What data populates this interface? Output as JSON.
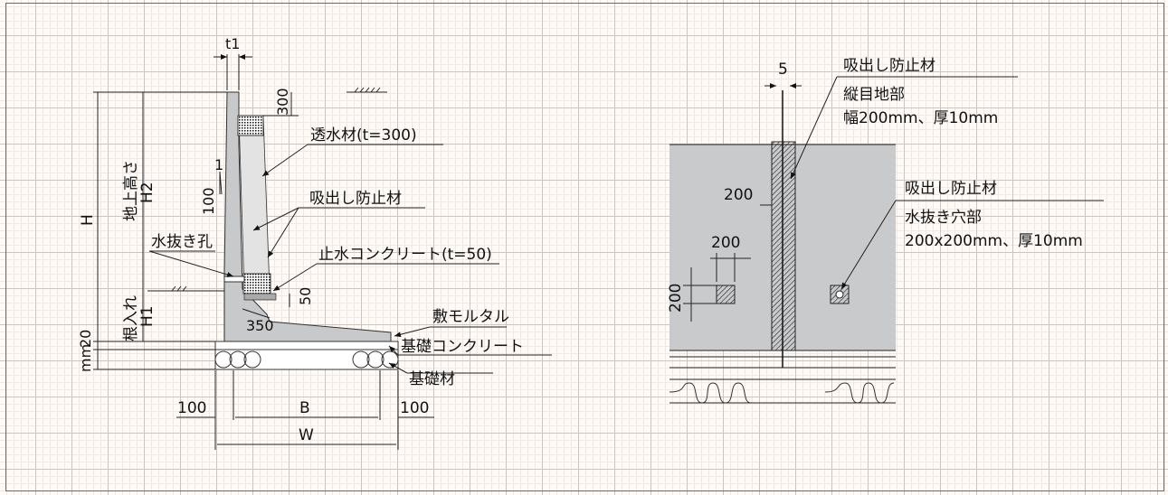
{
  "left_figure": {
    "t1": "t1",
    "dim_300": "300",
    "label_permeable": "透水材(t=300)",
    "label_anti_suction": "吸出し防止材",
    "slope_1": "1",
    "slope_100": "100",
    "label_H": "H",
    "label_ground_height": "地上高さ",
    "label_H2": "H2",
    "label_drain_hole": "水抜き孔",
    "label_stop_concrete": "止水コンクリート(t=50)",
    "dim_50": "50",
    "label_embed": "根入れ",
    "label_H1": "H1",
    "dim_350": "350",
    "label_mortar": "敷モルタル",
    "dim_20": "20",
    "dim_mm": "mm",
    "label_base_concrete": "基礎コンクリート",
    "label_base_material": "基礎材",
    "dim_100_left": "100",
    "dim_100_right": "100",
    "label_B": "B",
    "label_W": "W"
  },
  "right_figure": {
    "dim_5": "5",
    "label_anti_suction_1": "吸出し防止材",
    "label_joint": "縦目地部",
    "label_joint_spec": "幅200mm、厚10mm",
    "dim_200_joint": "200",
    "label_anti_suction_2": "吸出し防止材",
    "label_weep": "水抜き穴部",
    "label_weep_spec": "200x200mm、厚10mm",
    "dim_200_h": "200",
    "dim_200_v": "200"
  }
}
